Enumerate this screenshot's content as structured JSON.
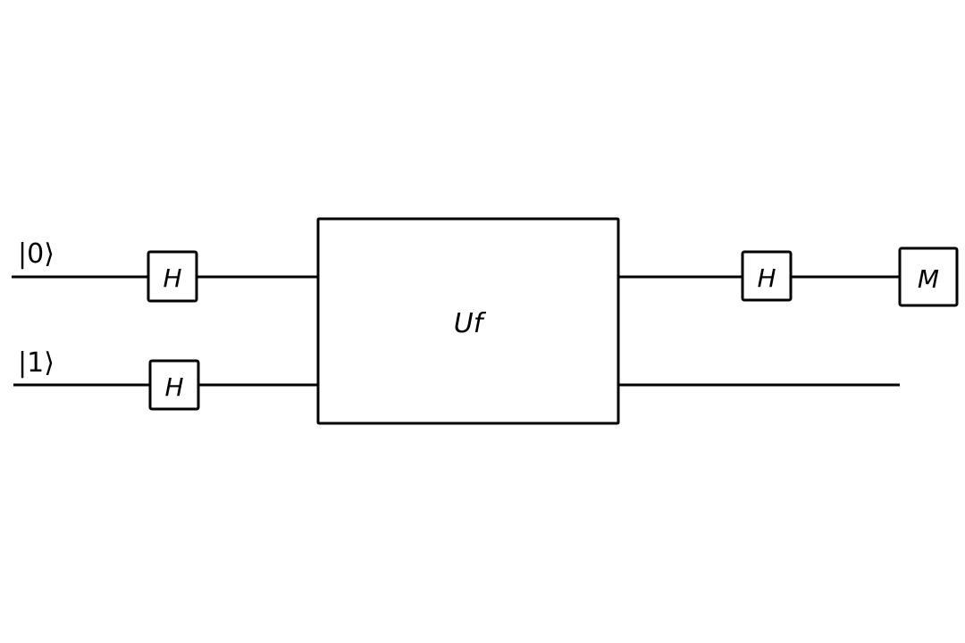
{
  "diagram": {
    "type": "quantum-circuit",
    "colors": {
      "stroke": "#000000",
      "background": "#ffffff"
    },
    "qubits": [
      {
        "id": "q0",
        "initial_state": "|0⟩"
      },
      {
        "id": "q1",
        "initial_state": "|1⟩"
      }
    ],
    "gates": {
      "h_q0_in": "H",
      "h_q1_in": "H",
      "oracle": "Uf",
      "h_q0_out": "H",
      "measure_q0": "M"
    }
  }
}
